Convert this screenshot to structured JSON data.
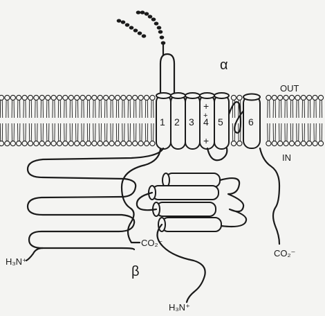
{
  "labels": {
    "alpha": "α",
    "beta": "β",
    "out": "OUT",
    "in": "IN",
    "helix_1": "1",
    "helix_2": "2",
    "helix_3": "3",
    "helix_4": "4",
    "helix_5": "5",
    "helix_6": "6",
    "plus_top": "+",
    "plus_mid": "+",
    "plus_bottom": "+",
    "alpha_n_terminus": "H₃N⁺",
    "beta_n_terminus": "H₃N⁺",
    "beta_c_terminus": "CO₂⁻",
    "alpha_c_terminus": "CO₂⁻"
  }
}
